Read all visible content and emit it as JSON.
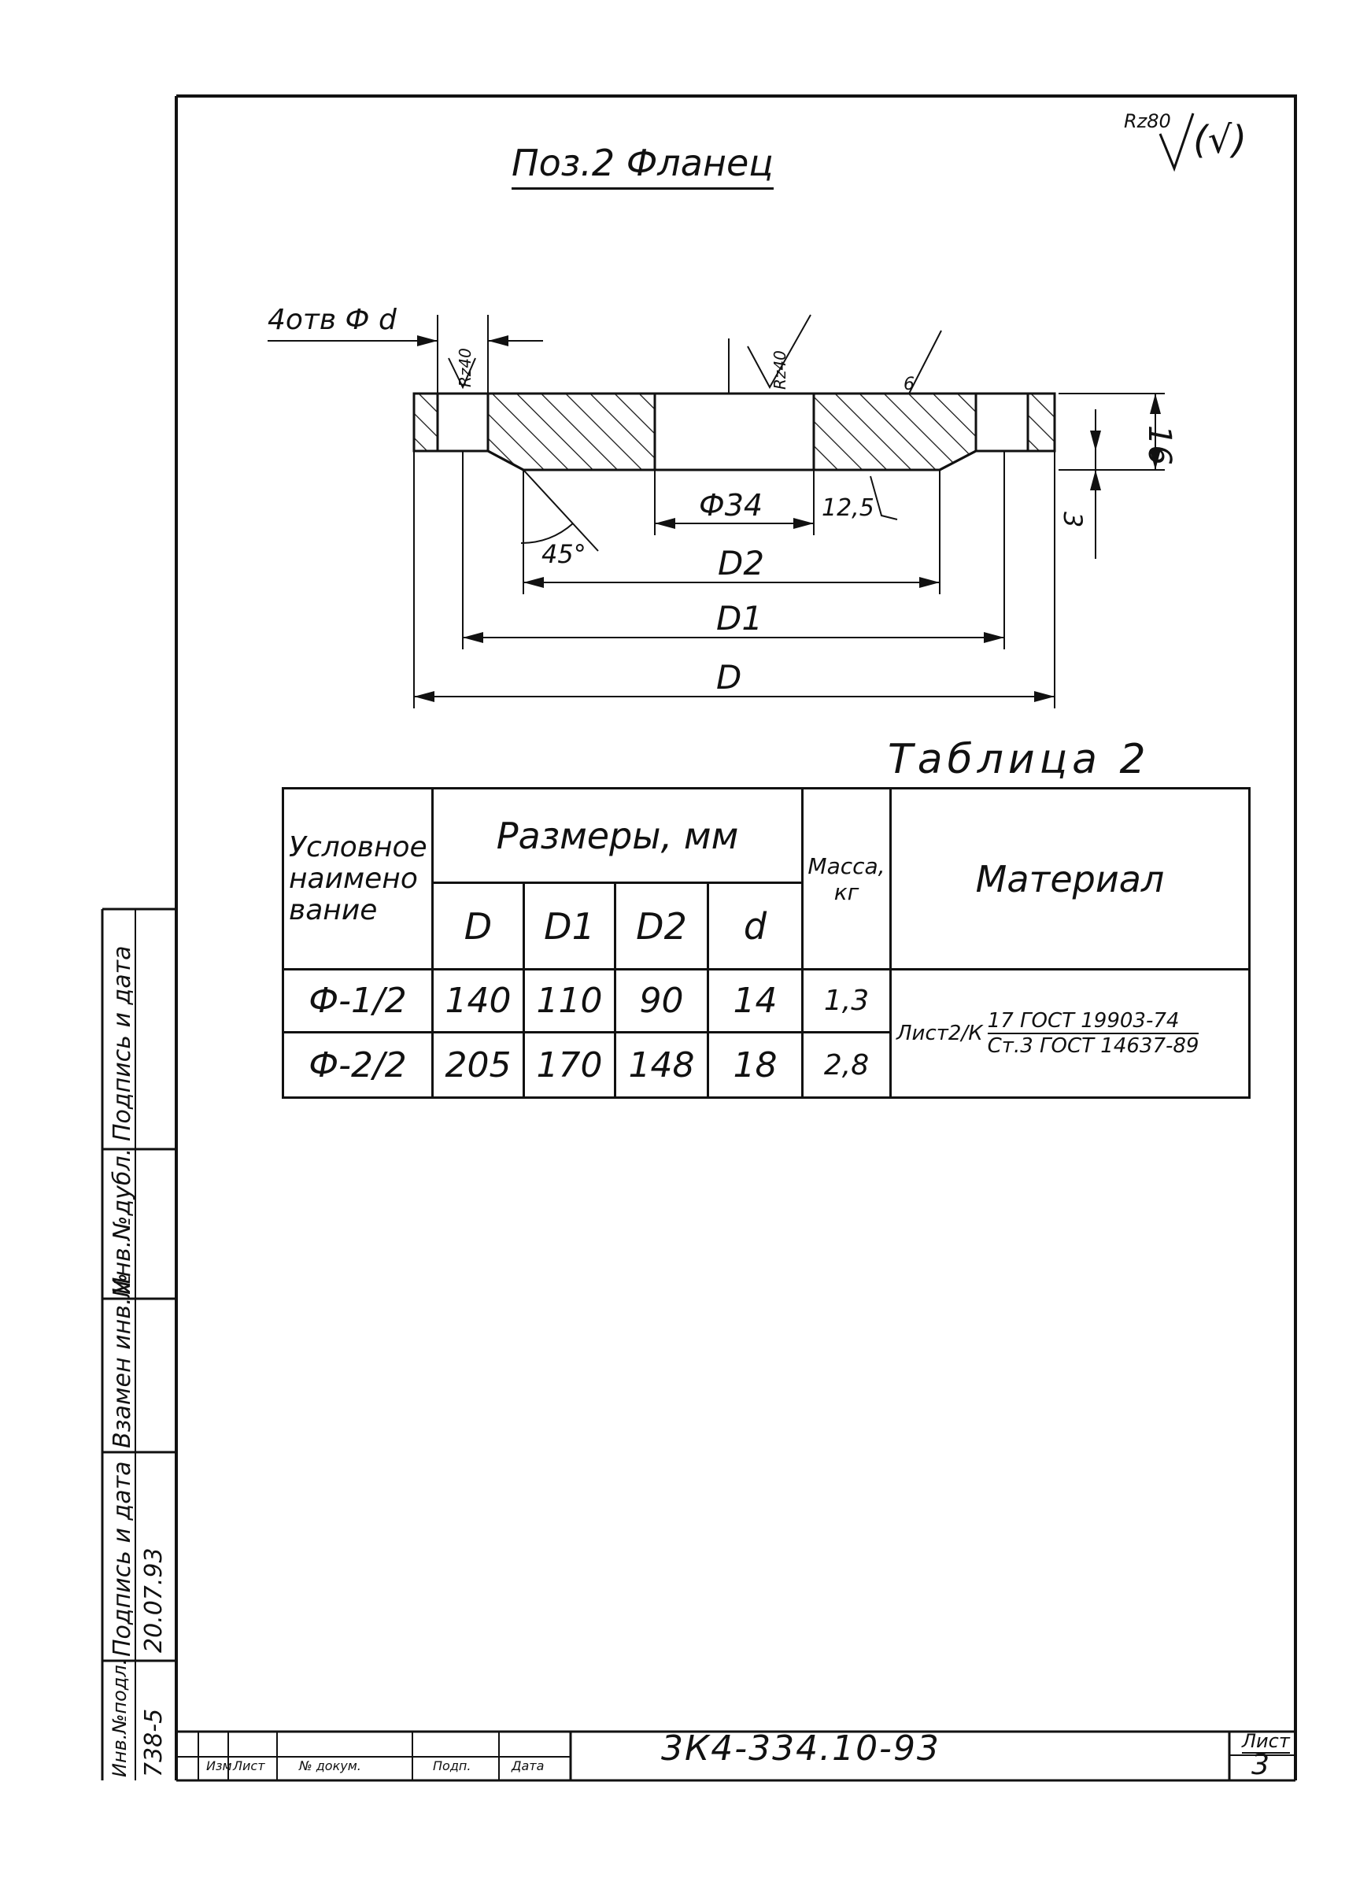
{
  "header": {
    "title": "Поз.2 Фланец",
    "roughness_general": "Rz80",
    "roughness_symbol": "(√)"
  },
  "drawing": {
    "holes_label": "4отв Ф d",
    "roughness_hole": "Rz40",
    "roughness_bore": "Rz40",
    "roughness_surface_mark": "6",
    "roughness_bottom": "12,5",
    "angle": "45°",
    "bore_dim": "Ф34",
    "thickness": "16",
    "chamfer": "3",
    "dim_D2": "D2",
    "dim_D1": "D1",
    "dim_D": "D"
  },
  "table": {
    "caption": "Таблица 2",
    "col_name": "Условное наимено вание",
    "col_name_lines": [
      "Условное",
      "наимено",
      "вание"
    ],
    "col_sizes": "Размеры, мм",
    "col_D": "D",
    "col_D1": "D1",
    "col_D2": "D2",
    "col_d": "d",
    "col_mass": "Масса кг",
    "col_mass_lines": [
      "Масса,",
      "кг"
    ],
    "col_material": "Материал",
    "rows": [
      {
        "name": "Ф-1/2",
        "D": "140",
        "D1": "110",
        "D2": "90",
        "d": "14",
        "mass": "1,3"
      },
      {
        "name": "Ф-2/2",
        "D": "205",
        "D1": "170",
        "D2": "148",
        "d": "18",
        "mass": "2,8"
      }
    ],
    "material": {
      "prefix": "Лист2/К",
      "top": "17 ГОСТ 19903-74",
      "bottom": "Ст.3 ГОСТ 14637-89"
    }
  },
  "left_strip": {
    "fields": [
      "Инв.№подл.",
      "Подпись и дата",
      "Взамен инв.№",
      "Инв.№дубл.",
      "Подпись и дата"
    ],
    "inv_value": "738-5",
    "date_value": "20.07.93"
  },
  "stamp": {
    "doc_code": "3К4-334.10-93",
    "sheet_label": "Лист",
    "sheet_number": "3",
    "cols": [
      "Изм",
      "Лист",
      "№ докум.",
      "Подп.",
      "Дата"
    ]
  }
}
